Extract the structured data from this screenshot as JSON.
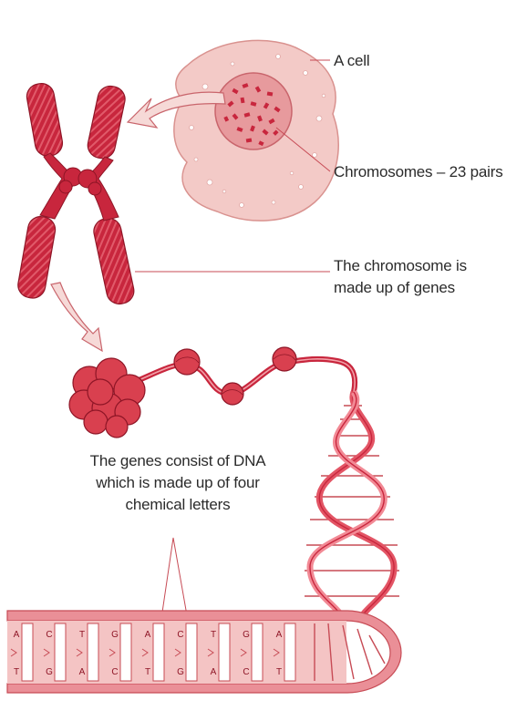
{
  "labels": {
    "cell": "A cell",
    "chromosomes": "Chromosomes – 23 pairs",
    "chromosome_line1": "The chromosome is",
    "chromosome_line2": "made up of genes",
    "genes_line1": "The genes consist of DNA",
    "genes_line2": "which is made up of four",
    "genes_line3": "chemical letters"
  },
  "bases_top": [
    "A",
    "C",
    "T",
    "G",
    "A",
    "C",
    "T",
    "G",
    "A"
  ],
  "bases_bottom": [
    "T",
    "G",
    "A",
    "C",
    "T",
    "G",
    "A",
    "C",
    "T"
  ],
  "colors": {
    "red": "#c8263d",
    "dark_red": "#8e1526",
    "pink": "#f2c8c6",
    "light_pink": "#f7dcda",
    "outline": "#c74b55"
  }
}
